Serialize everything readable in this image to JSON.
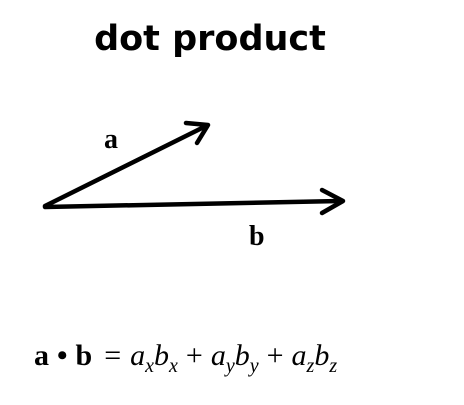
{
  "title": "dot product",
  "vectors": {
    "a": {
      "label": "a"
    },
    "b": {
      "label": "b"
    }
  },
  "equation": {
    "lhs": {
      "left": "a",
      "operator": "•",
      "right": "b"
    },
    "equals": "=",
    "plus": "+",
    "terms": [
      {
        "f1": "a",
        "s1": "x",
        "f2": "b",
        "s2": "x"
      },
      {
        "f1": "a",
        "s1": "y",
        "f2": "b",
        "s2": "y"
      },
      {
        "f1": "a",
        "s1": "z",
        "f2": "b",
        "s2": "z"
      }
    ]
  },
  "colors": {
    "ink": "#000000",
    "background": "#ffffff"
  }
}
